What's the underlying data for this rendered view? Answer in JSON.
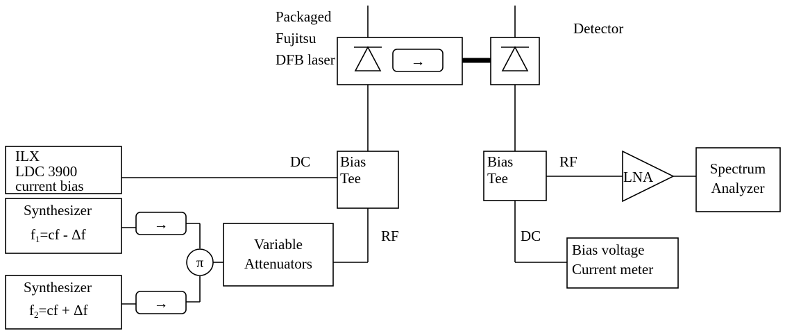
{
  "laser_label": [
    "Packaged",
    "Fujitsu",
    "DFB laser"
  ],
  "detector_label": "Detector",
  "ilx_box": [
    "ILX",
    "LDC 3900",
    "current  bias"
  ],
  "bias_tee_left": [
    "Bias",
    "Tee"
  ],
  "bias_tee_right": [
    "Bias",
    "Tee"
  ],
  "synth1": {
    "title": "Synthesizer",
    "formula": "f",
    "sub": "1",
    "rest": "=cf - Δf"
  },
  "synth2": {
    "title": "Synthesizer",
    "formula": "f",
    "sub": "2",
    "rest": "=cf + Δf"
  },
  "combiner": "π",
  "attenuator": [
    "Variable",
    "Attenuators"
  ],
  "lna": "LNA",
  "spectrum_analyzer": [
    "Spectrum",
    "Analyzer"
  ],
  "bias_meter": [
    "Bias voltage",
    "Current meter"
  ],
  "labels": {
    "dc_left": "DC",
    "rf_left": "RF",
    "rf_right": "RF",
    "dc_right": "DC"
  },
  "isolator_arrow": "→"
}
